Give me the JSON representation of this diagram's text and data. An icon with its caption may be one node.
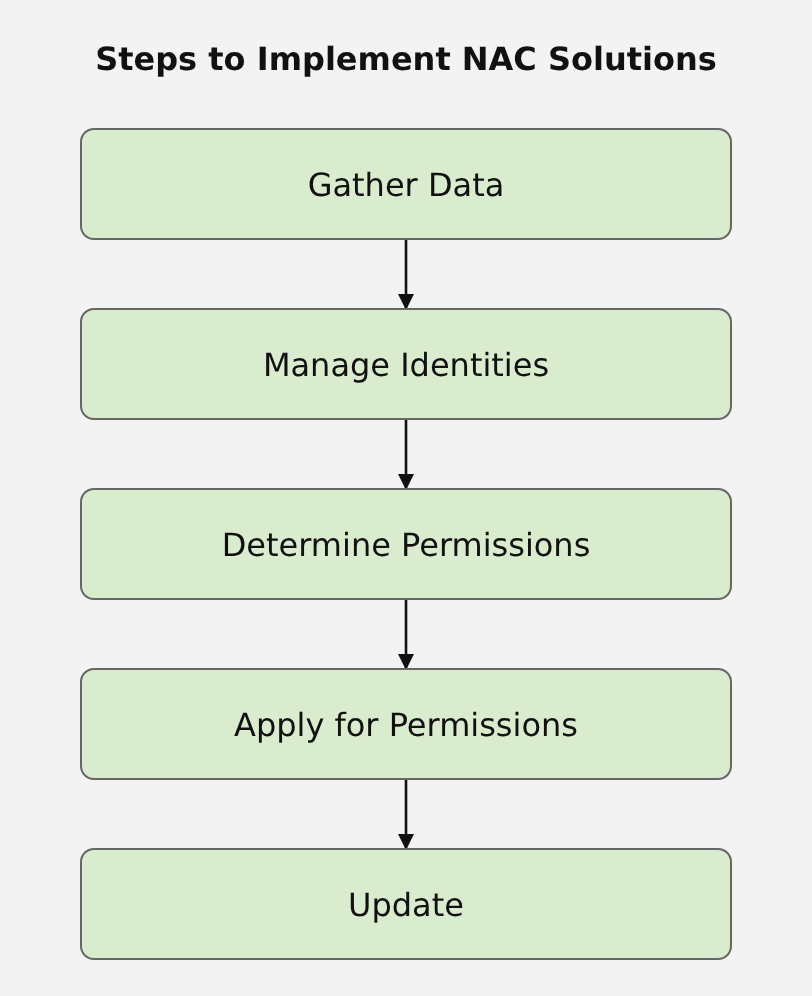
{
  "diagram": {
    "title": "Steps to Implement NAC Solutions",
    "nodes": [
      {
        "text": [
          "Gather Data"
        ]
      },
      {
        "text": [
          "Manage Identities"
        ]
      },
      {
        "text": [
          "Determine Permissions"
        ]
      },
      {
        "text": [
          "Apply for Permissions"
        ]
      },
      {
        "text": [
          "Update"
        ]
      }
    ],
    "edges": [
      {
        "from": 0,
        "to": 1,
        "arrow": "to"
      },
      {
        "from": 1,
        "to": 2,
        "arrow": "to"
      },
      {
        "from": 2,
        "to": 3,
        "arrow": "to"
      },
      {
        "from": 3,
        "to": 4,
        "arrow": "to"
      }
    ]
  }
}
